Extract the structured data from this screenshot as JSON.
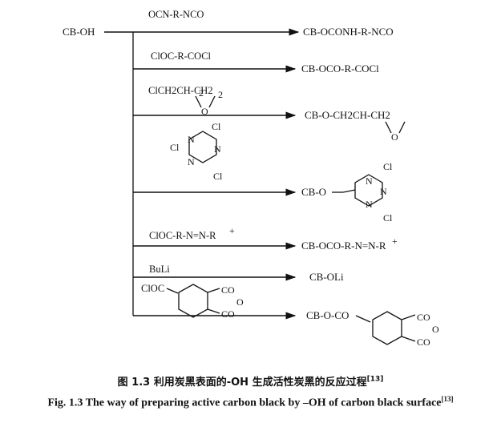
{
  "figure": {
    "reactant": "CB-OH",
    "reactions": [
      {
        "reagent": "OCN-R-NCO",
        "product": "CB-OCONH-R-NCO"
      },
      {
        "reagent": "ClOC-R-COCl",
        "product": "CB-OCO-R-COCl"
      },
      {
        "reagent": "ClCH2CH-CH2",
        "product": "CB-O-CH2CH-CH2",
        "o_label": "O",
        "sub": "2"
      },
      {
        "reagent_atoms": [
          "Cl",
          "N",
          "N",
          "N",
          "Cl",
          "Cl"
        ],
        "product_prefix": "CB-O",
        "product_atoms": [
          "N",
          "N",
          "N",
          "Cl",
          "Cl"
        ]
      },
      {
        "reagent": "ClOC-R-N=N-R",
        "reagent_sup": "+",
        "product": "CB-OCO-R-N=N-R",
        "product_sup": "+"
      },
      {
        "reagent": "BuLi",
        "product": "CB-OLi"
      },
      {
        "reagent_prefix": "ClOC",
        "product_prefix": "CB-O-CO",
        "ring_labels": [
          "CO",
          "O",
          "CO"
        ]
      }
    ]
  },
  "caption_cn": {
    "text": "图 1.3   利用炭黑表面的-OH 生成活性炭黑的反应过程",
    "ref": "[13]"
  },
  "caption_en": {
    "text": "Fig. 1.3   The way of preparing active carbon black by –OH of carbon black surface",
    "ref": "[13]"
  }
}
